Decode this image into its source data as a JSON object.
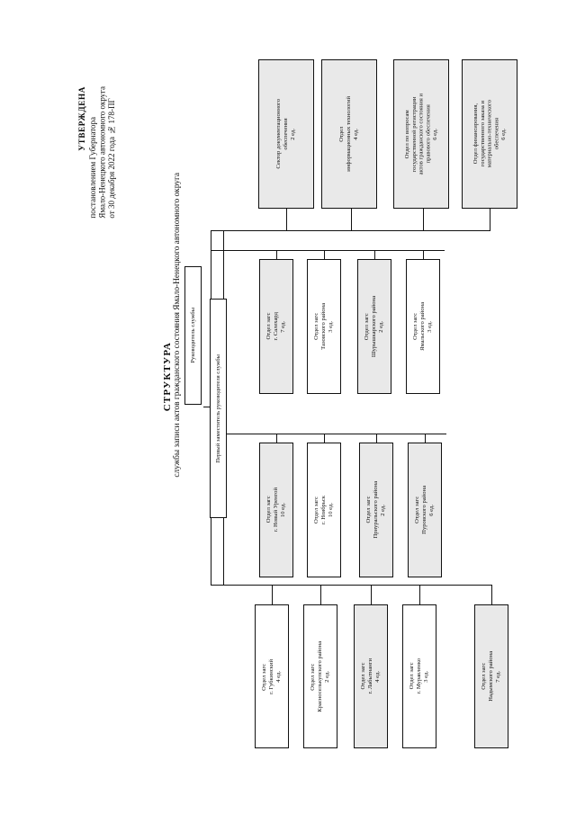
{
  "document": {
    "approved_label": "УТВЕРЖДЕНА",
    "approved_by": "постановлением Губернатора\nЯмало-Ненецкого автономного округа\nот 30 декабря 2022 года № 178-ПГ",
    "title": "СТРУКТУРА",
    "subtitle": "службы записи актов гражданского состояния Ямало-Ненецкого автономного округа"
  },
  "leadership": [
    {
      "name": "Руководитель службы"
    },
    {
      "name": "Первый заместитель руководителя службы"
    }
  ],
  "departments": [
    {
      "name": "Сектор документационного\nобеспечения",
      "units": "2 ед."
    },
    {
      "name": "Отдел\nинформационных технологий",
      "units": "4 ед."
    },
    {
      "name": "Отдел по вопросам\nгосударственной регистрации\nактов гражданского состояния и\nправового обеспечения",
      "units": "6 ед."
    },
    {
      "name": "Отдел финансирования,\nгосударственного заказа и\nматериально-технического\nобеспечения",
      "units": "6 ед."
    }
  ],
  "zags_row1": [
    {
      "name": "Отдел загс\nг. Салехард",
      "units": "7 ед.",
      "shaded": true
    },
    {
      "name": "Отдел загс\nТазовского района",
      "units": "3 ед.",
      "shaded": false
    },
    {
      "name": "Отдел загс\nШурышкарского района",
      "units": "2 ед.",
      "shaded": true
    },
    {
      "name": "Отдел загс\nЯмальского района",
      "units": "3 ед.",
      "shaded": false
    }
  ],
  "zags_row2": [
    {
      "name": "Отдел загс\nг. Новый Уренгой",
      "units": "10 ед.",
      "shaded": true
    },
    {
      "name": "Отдел загс\nг. Ноябрьск",
      "units": "10 ед.",
      "shaded": false
    },
    {
      "name": "Отдел загс\nПриуральского района",
      "units": "2 ед.",
      "shaded": true
    },
    {
      "name": "Отдел загс\nПуровского района",
      "units": "6 ед.",
      "shaded": true
    }
  ],
  "zags_row3": [
    {
      "name": "Отдел загс\nг. Губкинский",
      "units": "4 ед.",
      "shaded": false
    },
    {
      "name": "Отдел загс\nКрасноселькупского района",
      "units": "2 ед.",
      "shaded": false
    },
    {
      "name": "Отдел загс\nг. Лабытнанги",
      "units": "4 ед.",
      "shaded": true
    },
    {
      "name": "Отдел загс\nг. Муравленко",
      "units": "3 ед.",
      "shaded": false
    },
    {
      "name": "Отдел загс\nНадымского района",
      "units": "7 ед.",
      "shaded": true
    }
  ]
}
